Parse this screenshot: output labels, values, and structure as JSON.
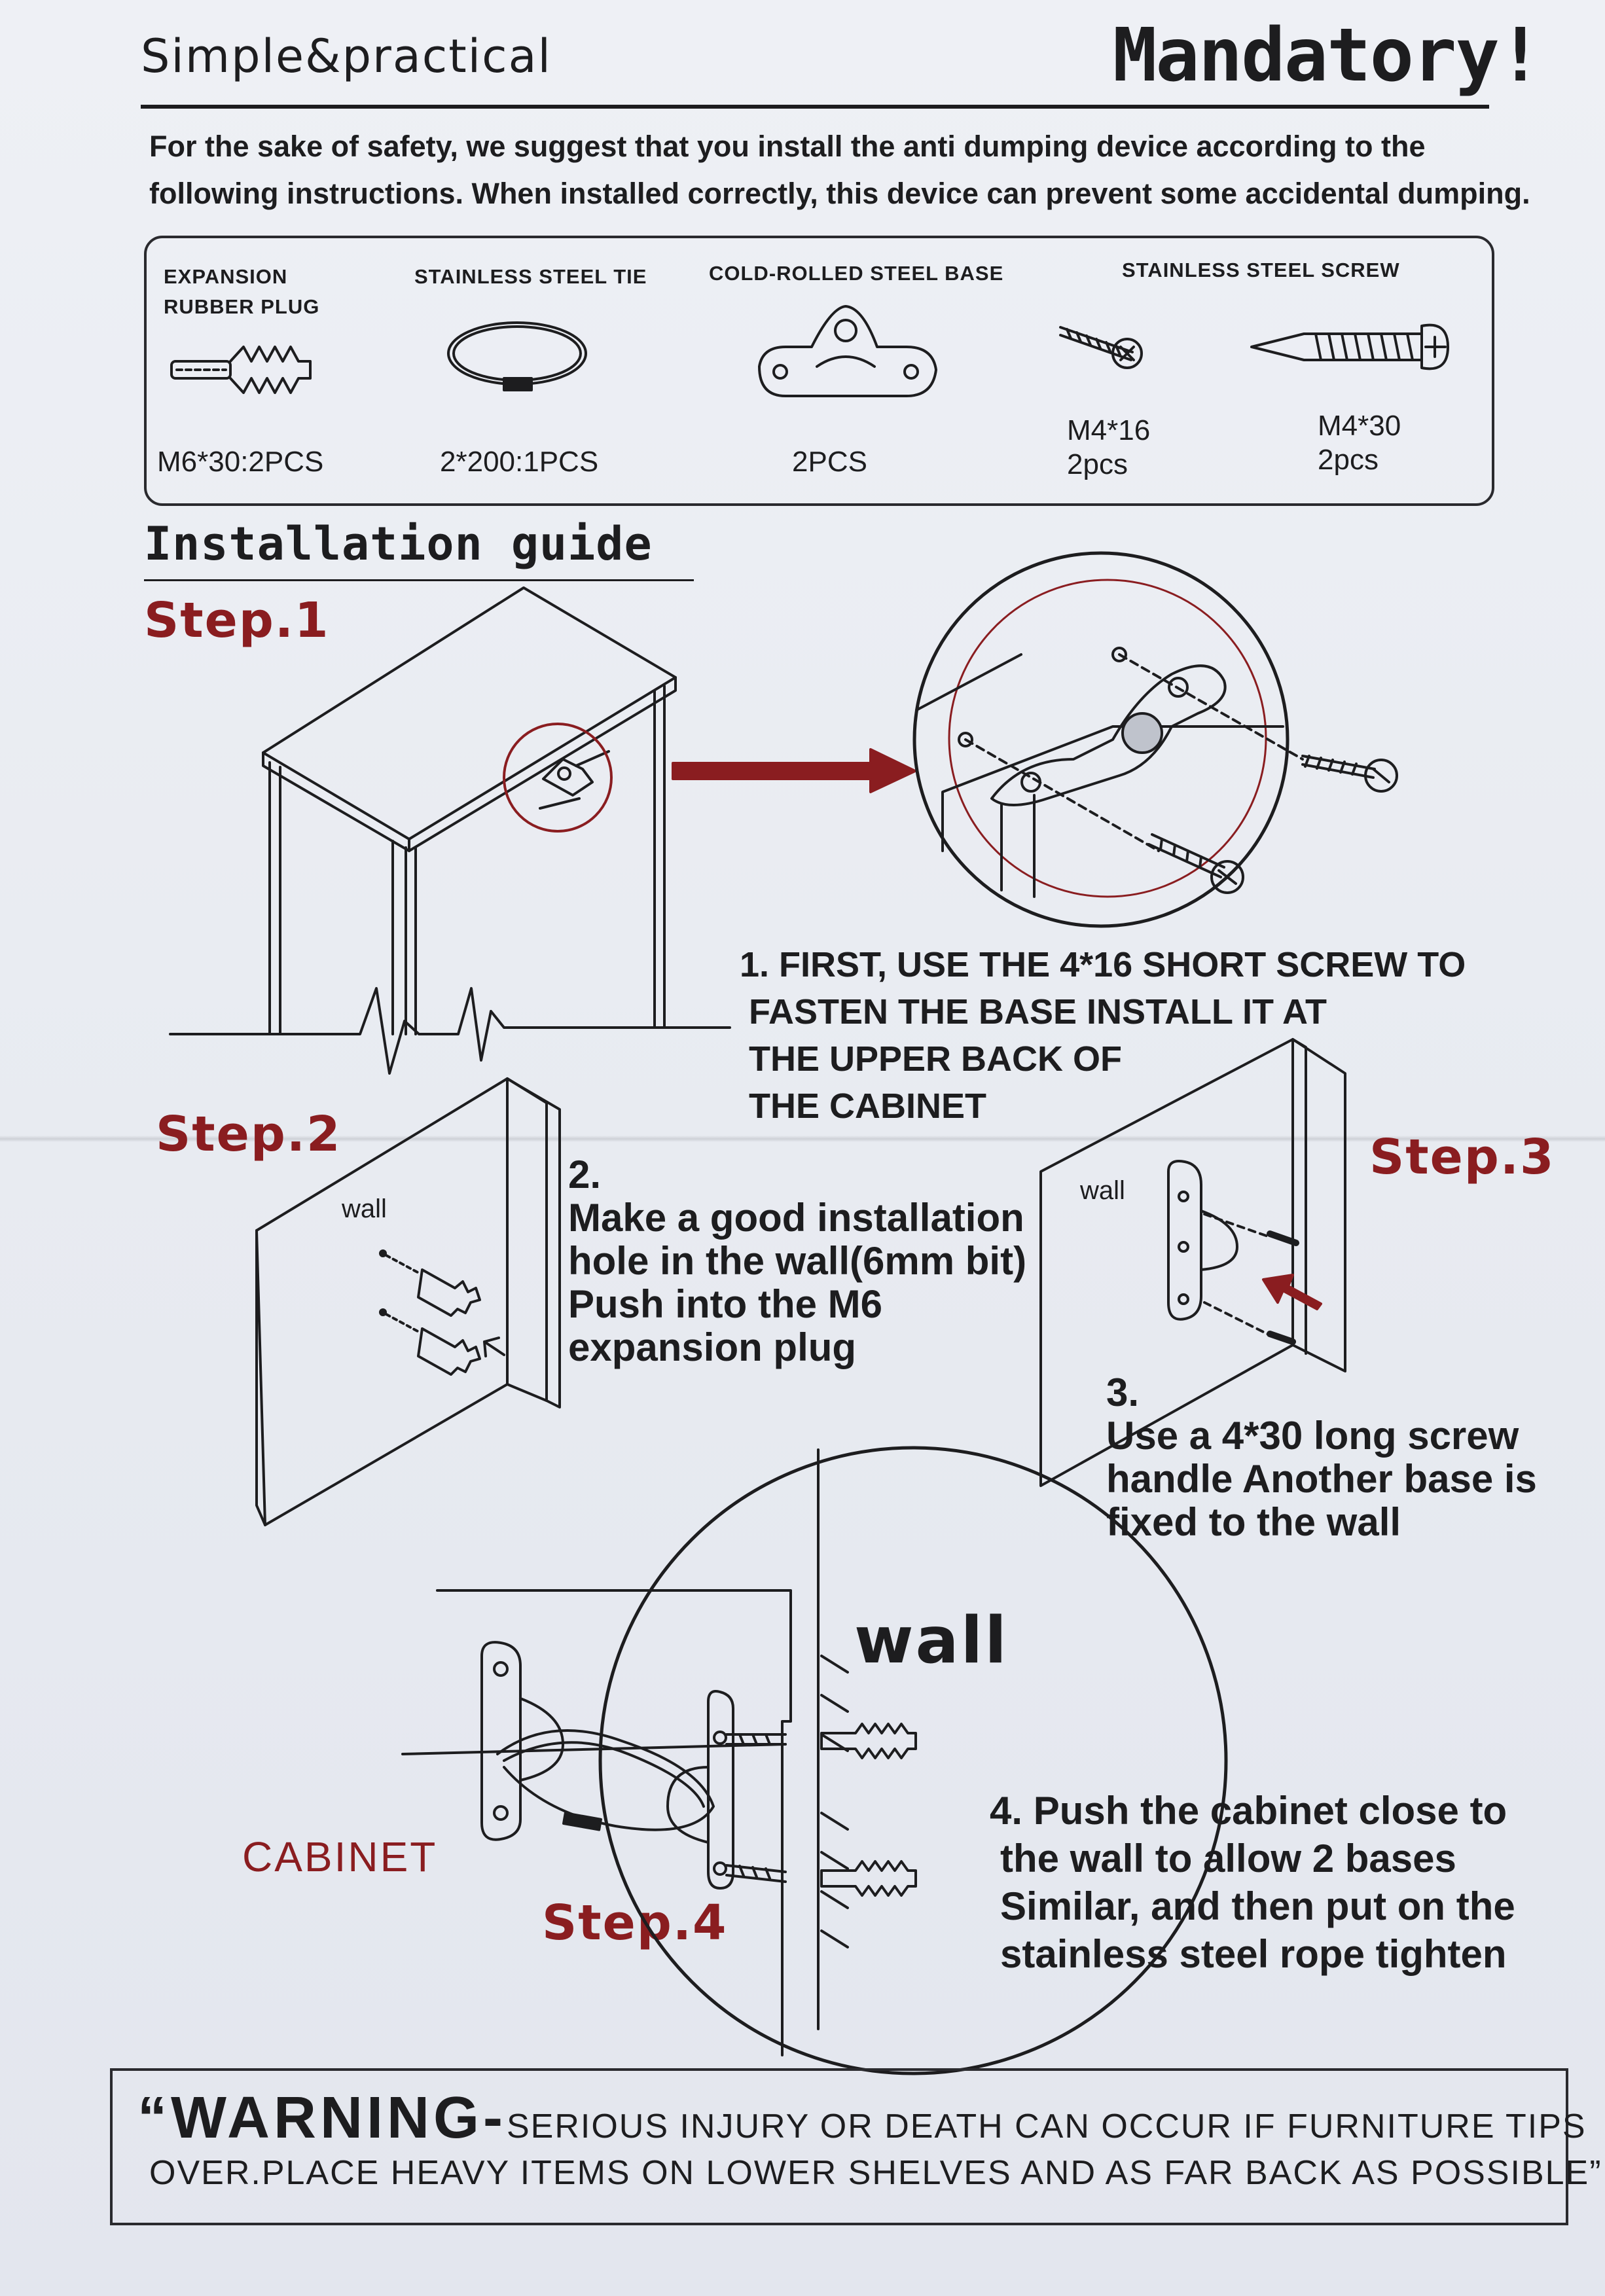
{
  "header": {
    "brand": "Simple&practical",
    "notice": "Mandatory!"
  },
  "intro": {
    "line1": "For the sake of safety, we suggest that you install the anti dumping device according to the",
    "line2": "following instructions. When installed correctly, this device can prevent some accidental dumping."
  },
  "parts": [
    {
      "label_line1": "EXPANSION",
      "label_line2": "RUBBER PLUG",
      "qty": "M6*30:2PCS",
      "icon": "expansion-plug-icon"
    },
    {
      "label_line1": "STAINLESS STEEL TIE",
      "qty": "2*200:1PCS",
      "icon": "steel-tie-icon"
    },
    {
      "label_line1": "COLD-ROLLED STEEL BASE",
      "qty": "2PCS",
      "icon": "steel-base-icon"
    },
    {
      "label_line1": "STAINLESS STEEL SCREW",
      "qty_a_line1": "M4*16",
      "qty_a_line2": "2pcs",
      "qty_b_line1": "M4*30",
      "qty_b_line2": "2pcs",
      "icon": "screw-icon"
    }
  ],
  "guide": {
    "title": "Installation guide",
    "step1": {
      "label": "Step.1",
      "lines": [
        "1. FIRST, USE THE 4*16 SHORT SCREW TO",
        "FASTEN THE BASE  INSTALL IT AT",
        "THE UPPER BACK OF",
        "THE CABINET"
      ]
    },
    "step2": {
      "label": "Step.2",
      "wall_label": "wall",
      "lines": [
        "2.",
        "Make a good installation",
        "hole in the wall(6mm bit)",
        "Push into the M6",
        " expansion plug"
      ]
    },
    "step3": {
      "label": "Step.3",
      "wall_label": "wall",
      "lines": [
        "3.",
        "Use a 4*30 long screw",
        "handle  Another base is",
        "fixed to the wall"
      ]
    },
    "step4": {
      "label": "Step.4",
      "wall_label": "wall",
      "cabinet_label": "CABINET",
      "lines": [
        "4. Push the cabinet close to",
        "the wall to allow 2 bases",
        "Similar, and then put on the",
        "stainless steel rope tighten"
      ]
    }
  },
  "warning": {
    "open_quote": "“",
    "headline": "WARNING-",
    "line1_rest": "SERIOUS INJURY OR DEATH CAN OCCUR IF FURNITURE TIPS",
    "line2": "OVER.PLACE HEAVY ITEMS ON LOWER SHELVES AND AS FAR  BACK  AS POSSIBLE”"
  },
  "colors": {
    "accent_red": "#8a1d20",
    "ink": "#1d1d1f",
    "paper": "#eceff4"
  }
}
